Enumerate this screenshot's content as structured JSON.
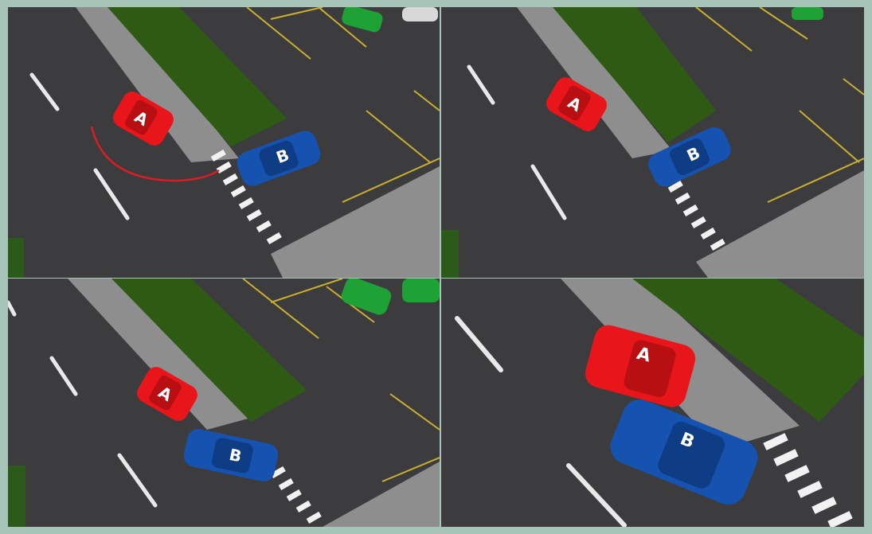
{
  "scene": {
    "panels": [
      {
        "id": "top-left",
        "car_a_label": "A",
        "car_b_label": "B"
      },
      {
        "id": "top-right",
        "car_a_label": "A",
        "car_b_label": "B"
      },
      {
        "id": "bottom-left",
        "car_a_label": "A",
        "car_b_label": "B"
      },
      {
        "id": "bottom-right",
        "car_a_label": "A",
        "car_b_label": "B"
      }
    ]
  },
  "colors": {
    "border": "#a7c4b8",
    "asphalt": "#3b3b3d",
    "sidewalk": "#8f8f8f",
    "grass": "#2f5a14",
    "car_a": "#e8161b",
    "car_b": "#1652b0",
    "parked_car": "#1fa235",
    "path_line": "#d81e24",
    "parking_line": "#c9b030"
  }
}
